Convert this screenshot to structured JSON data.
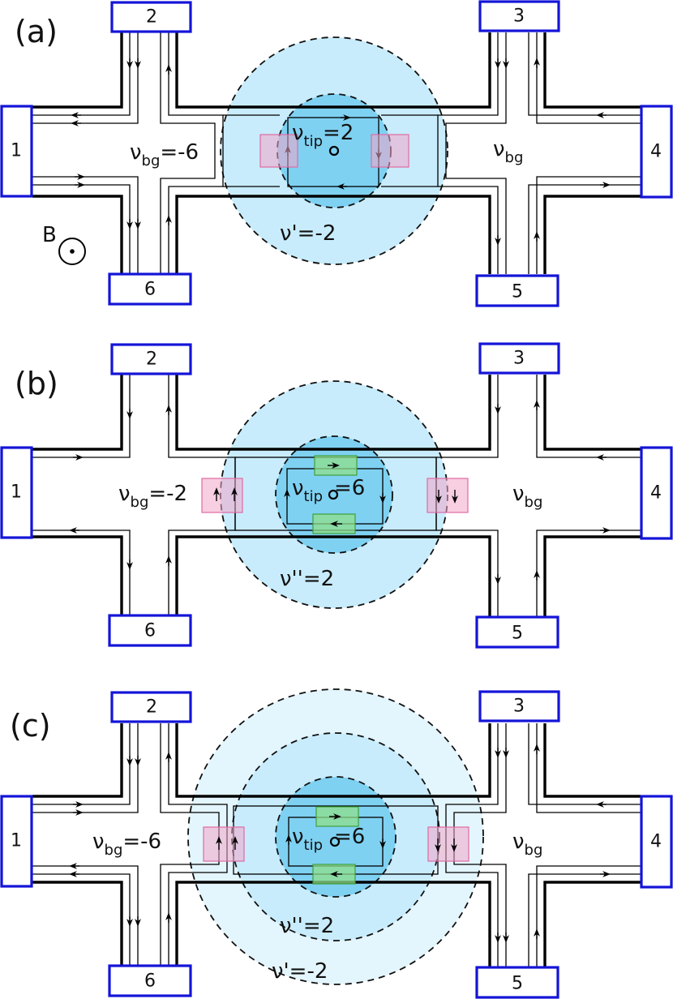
{
  "panels": [
    {
      "label": "(a)",
      "contacts": [
        "1",
        "2",
        "3",
        "4",
        "5",
        "6"
      ],
      "nu_bg_left": "ν",
      "nu_bg_left_sub": "bg",
      "nu_bg_left_value": "=-6",
      "nu_bg_right": "ν",
      "nu_bg_right_sub": "bg",
      "nu_tip": "ν",
      "nu_tip_sub": "tip",
      "nu_tip_value": "=2",
      "ring_label": "ν'=-2",
      "field_label": "B"
    },
    {
      "label": "(b)",
      "contacts": [
        "1",
        "2",
        "3",
        "4",
        "5",
        "6"
      ],
      "nu_bg_left": "ν",
      "nu_bg_left_sub": "bg",
      "nu_bg_left_value": "=-2",
      "nu_bg_right": "ν",
      "nu_bg_right_sub": "bg",
      "nu_tip": "ν",
      "nu_tip_sub": "tip",
      "nu_tip_value": "=6",
      "ring_label": "ν''=2"
    },
    {
      "label": "(c)",
      "contacts": [
        "1",
        "2",
        "3",
        "4",
        "5",
        "6"
      ],
      "nu_bg_left": "ν",
      "nu_bg_left_sub": "bg",
      "nu_bg_left_value": "=-6",
      "nu_bg_right": "ν",
      "nu_bg_right_sub": "bg",
      "nu_tip": "ν",
      "nu_tip_sub": "tip",
      "nu_tip_value": "=6",
      "ring_label": "ν''=2",
      "outer_ring_label": "ν'=-2"
    }
  ],
  "colors": {
    "contact_border": "#1414d8",
    "tip_disk": "#7fd1f2",
    "outer_disk": "#c8ecfb",
    "outermost_disk": "#e3f5fd",
    "pink_region": "#f3a6c9",
    "green_region": "#8fde8a"
  }
}
